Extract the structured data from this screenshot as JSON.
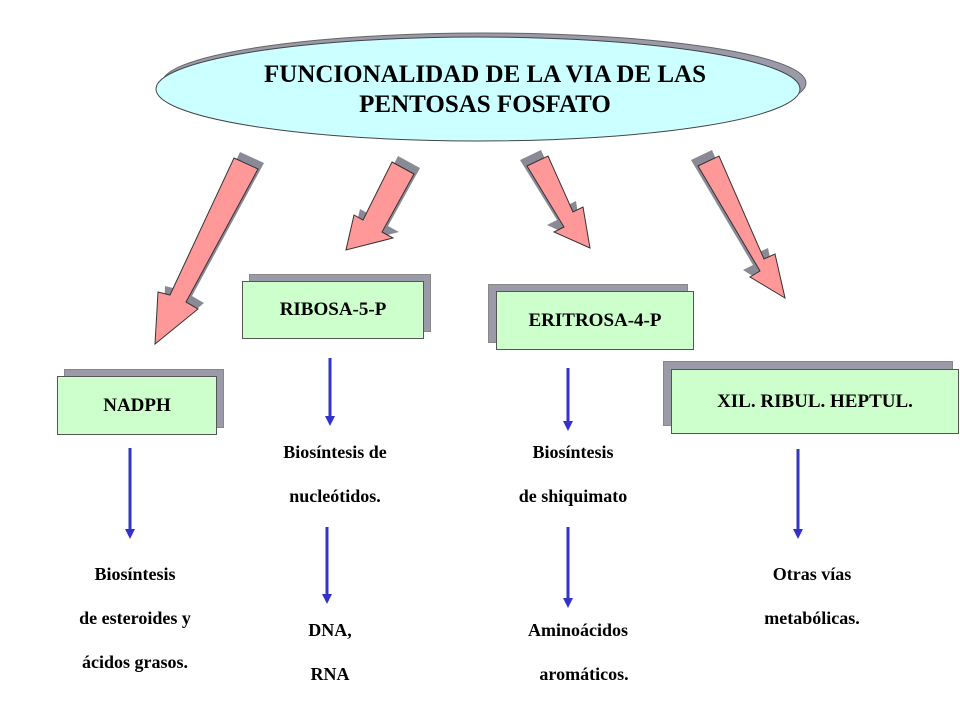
{
  "title": {
    "line1": "FUNCIONALIDAD DE  LA  VIA  DE  LAS",
    "line2": "PENTOSAS  FOSFATO"
  },
  "boxes": {
    "nadph": "NADPH",
    "ribosa": "RIBOSA-5-P",
    "eritrosa": "ERITROSA-4-P",
    "xil": "XIL. RIBUL. HEPTUL."
  },
  "outputs": {
    "nadph": [
      "Biosíntesis",
      "de esteroides y",
      "ácidos grasos."
    ],
    "ribosa_mid": [
      "Biosíntesis de",
      "nucleótidos."
    ],
    "ribosa_end": [
      "DNA,",
      "RNA"
    ],
    "eritrosa_mid": [
      "Biosíntesis",
      "de shiquimato"
    ],
    "eritrosa_end": [
      "Aminoácidos",
      "aromáticos."
    ],
    "xil": [
      "Otras vías",
      "metabólicas."
    ]
  },
  "colors": {
    "ellipse_fill": "#ccffff",
    "box_fill": "#ccffcc",
    "big_arrow_fill": "#ff9999",
    "small_arrow": "#3333cc"
  }
}
